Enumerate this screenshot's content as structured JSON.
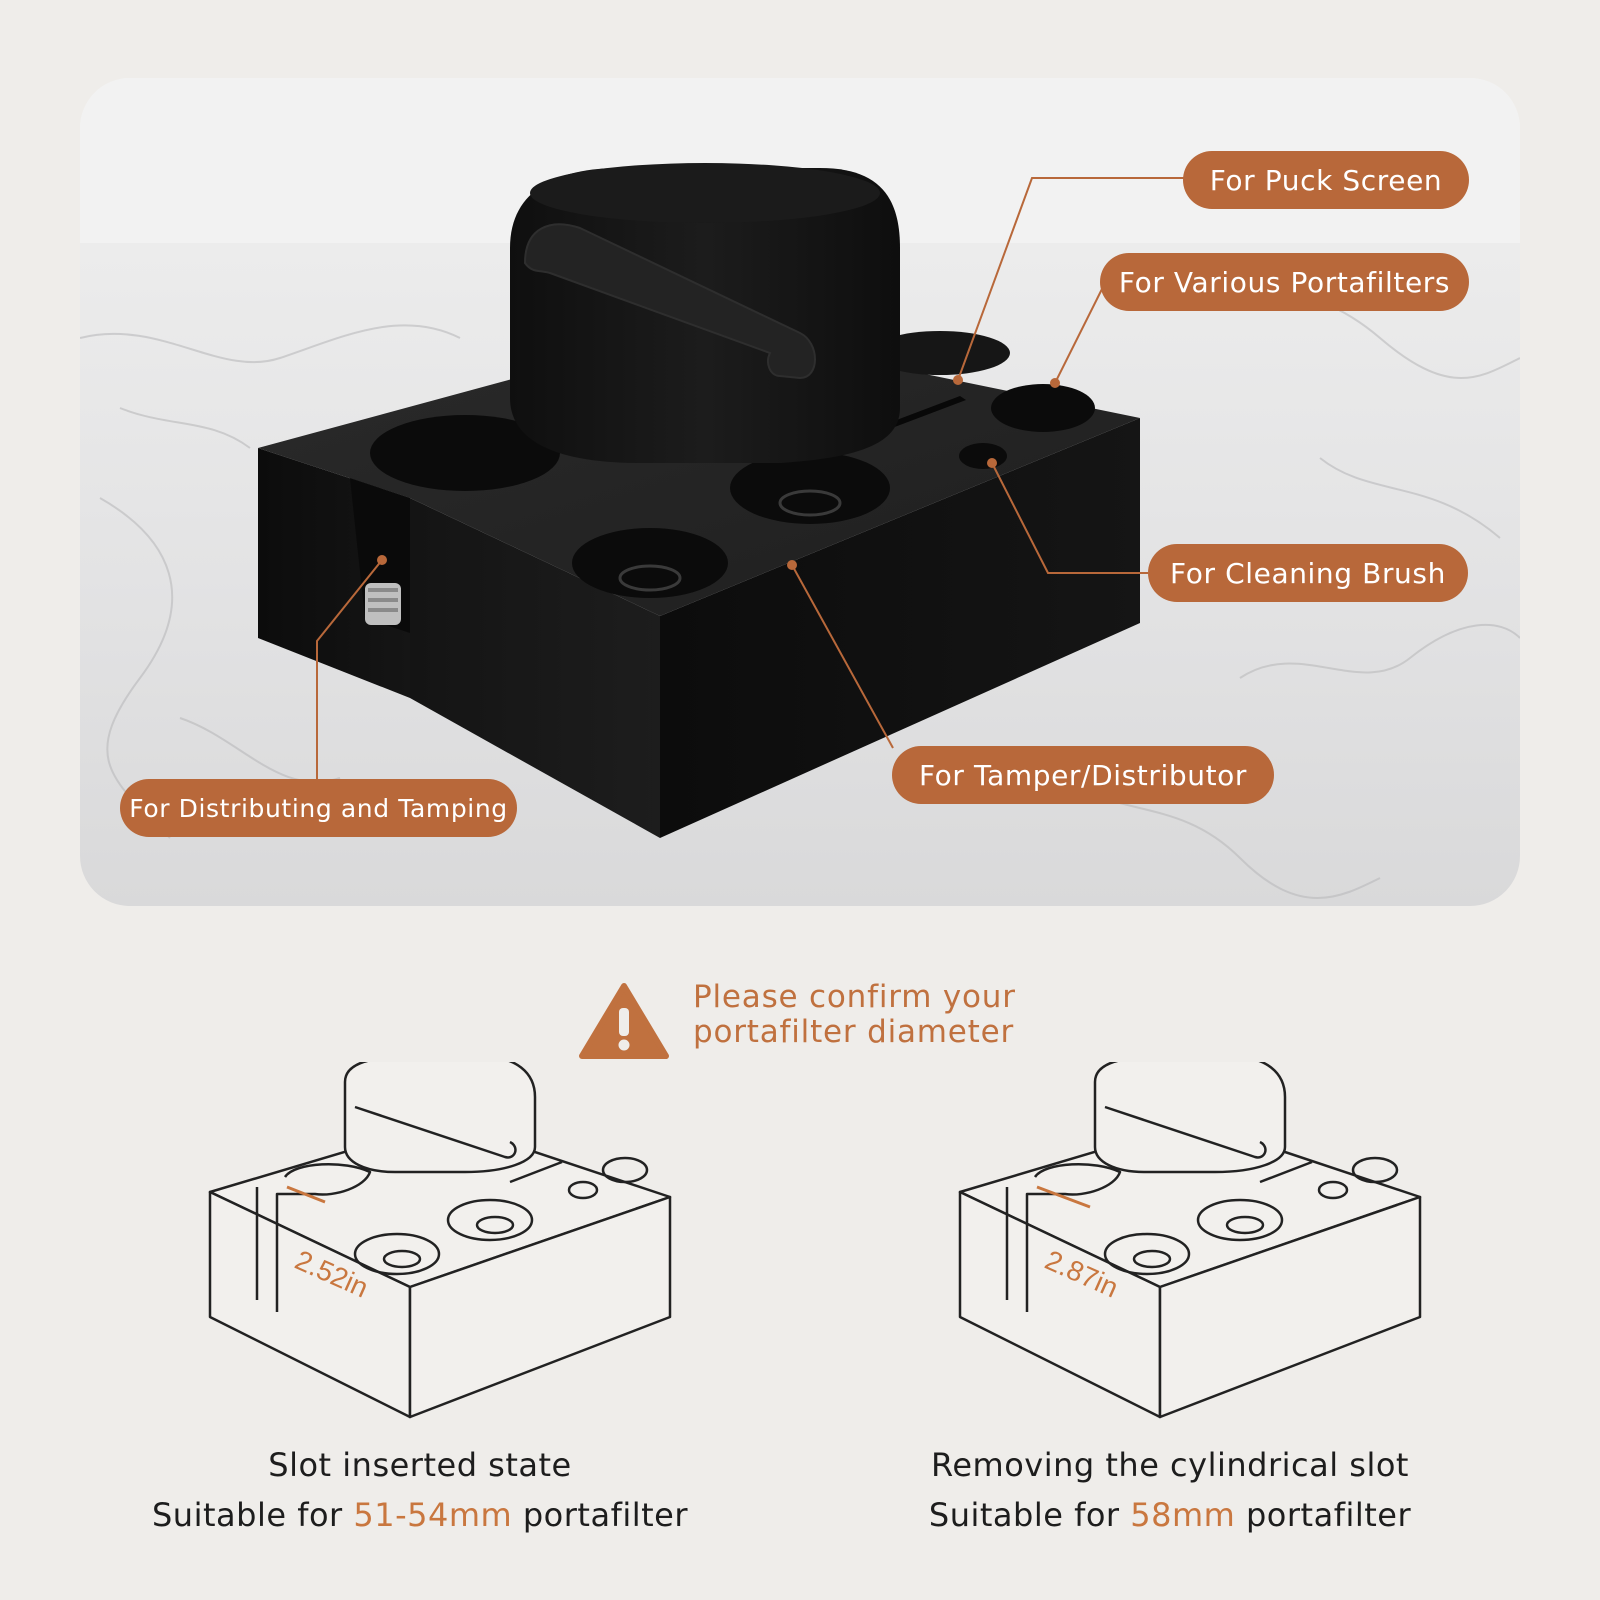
{
  "callouts": {
    "puck_screen": "For Puck Screen",
    "various_portafilters": "For Various Portafilters",
    "cleaning_brush": "For Cleaning Brush",
    "tamper_distributor": "For Tamper/Distributor",
    "distributing_tamping": "For Distributing and Tamping"
  },
  "warning": {
    "line1": "Please confirm your",
    "line2": "portafilter diameter"
  },
  "left_diagram": {
    "measurement": "2.52in",
    "caption_line1": "Slot inserted state",
    "caption_prefix": "Suitable for ",
    "caption_highlight": "51-54mm",
    "caption_suffix": " portafilter"
  },
  "right_diagram": {
    "measurement": "2.87in",
    "caption_line1": "Removing the cylindrical slot",
    "caption_prefix": "Suitable for ",
    "caption_highlight": "58mm",
    "caption_suffix": " portafilter"
  },
  "colors": {
    "accent": "#b8683a",
    "highlight": "#c9773f",
    "background": "#efedea"
  }
}
